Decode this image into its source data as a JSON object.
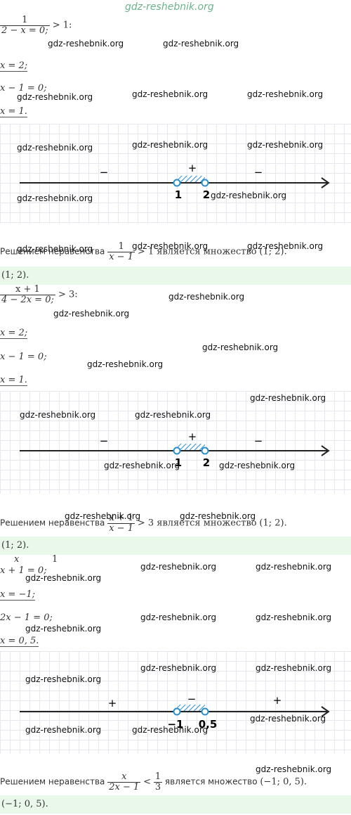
{
  "site": {
    "watermark": "gdz-reshebnik.org"
  },
  "colors": {
    "answer_bg": "#eaf8ec",
    "point": "#2a8fd0",
    "hatch": "#2a8fd0",
    "axis": "#222222"
  },
  "problem1": {
    "ineq_num": "1",
    "ineq_rest": "> 1:",
    "eq1": "2 − x = 0;",
    "eq1_res": "x = 2;",
    "eq2": "x − 1 = 0;",
    "eq2_res": "x = 1.",
    "axis": {
      "signs": [
        "−",
        "+",
        "−"
      ],
      "points": [
        "1",
        "2"
      ]
    },
    "conclusion_prefix": "Решением неравенства",
    "frac_num": "1",
    "frac_den": "x − 1",
    "conclusion_mid": "> 1 является множество",
    "conclusion_set": "(1; 2).",
    "answer": "(1; 2)."
  },
  "problem2": {
    "ineq_num": "x + 1",
    "ineq_rest": "> 3:",
    "eq1": "4 − 2x = 0;",
    "eq1_res": "x = 2;",
    "eq2": "x − 1 = 0;",
    "eq2_res": "x = 1.",
    "axis": {
      "signs": [
        "−",
        "+",
        "−"
      ],
      "points": [
        "1",
        "2"
      ]
    },
    "conclusion_prefix": "Решением неравенства",
    "frac_num": "x + 1",
    "frac_den": "x − 1",
    "conclusion_mid": "> 3 является множество",
    "conclusion_set": "(1; 2).",
    "answer": "(1; 2)."
  },
  "problem3": {
    "top_frag_x": "x",
    "top_frag_1": "1",
    "eq1": "x + 1 = 0;",
    "eq1_res": "x = −1;",
    "eq2": "2x − 1 = 0;",
    "eq2_res": "x = 0, 5.",
    "axis": {
      "signs": [
        "+",
        "−",
        "+"
      ],
      "points": [
        "−1",
        "0,5"
      ]
    },
    "conclusion_prefix": "Решением неравенства",
    "frac_num": "x",
    "frac_den": "2x − 1",
    "conclusion_mid": "<",
    "frac2_num": "1",
    "frac2_den": "3",
    "conclusion_mid2": "является множество",
    "conclusion_set": "(−1; 0, 5).",
    "answer": "(−1; 0, 5)."
  }
}
